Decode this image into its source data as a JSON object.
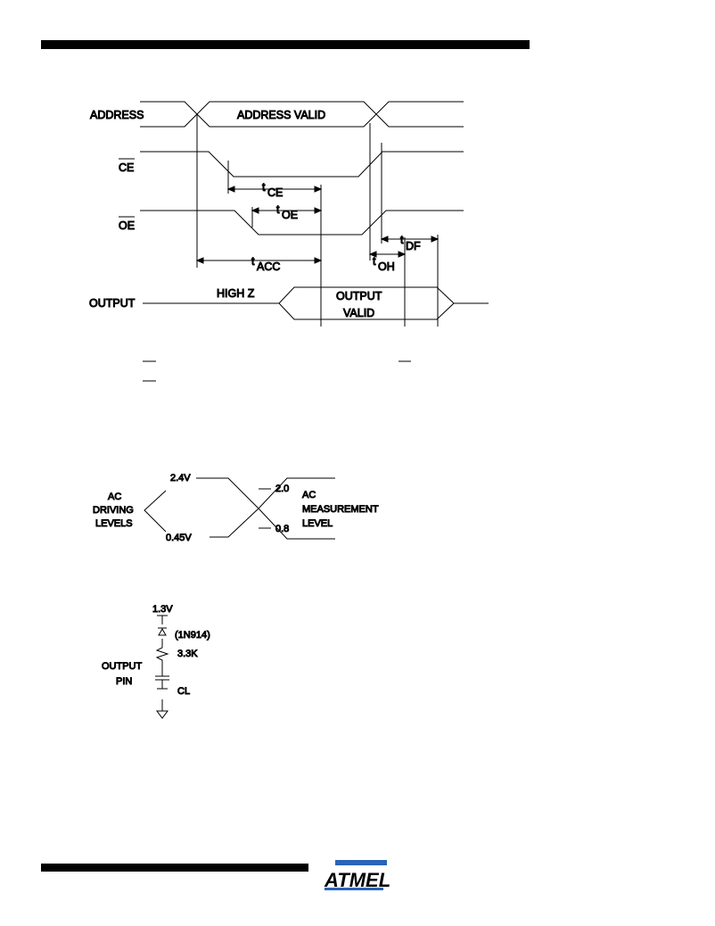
{
  "timing": {
    "address_label": "ADDRESS",
    "address_valid": "ADDRESS VALID",
    "ce_label": "CE",
    "oe_label": "OE",
    "output_label": "OUTPUT",
    "high_z": "HIGH  Z",
    "output_valid_1": "OUTPUT",
    "output_valid_2": "VALID",
    "t": "t",
    "ce_sub": "CE",
    "oe_sub": "OE",
    "df_sub": "DF",
    "oh_sub": "OH",
    "acc_sub": "ACC"
  },
  "levels": {
    "left_title": [
      "AC",
      "DRIVING",
      "LEVELS"
    ],
    "v_high": "2.4V",
    "v_low": "0.45V",
    "m_high": "2.0",
    "m_low": "0.8",
    "right_title": [
      "AC",
      "MEASUREMENT",
      "LEVEL"
    ]
  },
  "load": {
    "supply": "1.3V",
    "diode": "(1N914)",
    "resistor": "3.3K",
    "pin_1": "OUTPUT",
    "pin_2": "PIN",
    "cap": "CL"
  },
  "logo": {
    "text": "ATMEL",
    "color": "#2a63b7"
  }
}
